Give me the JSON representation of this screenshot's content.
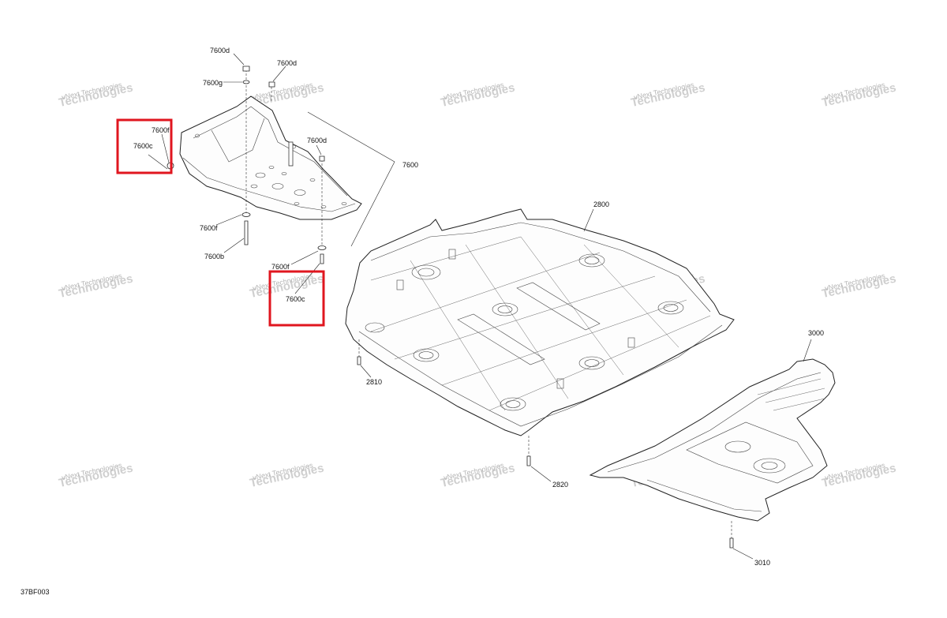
{
  "callouts": {
    "skid_plate": "7600",
    "fastener_d_top": "7600d",
    "fastener_d_mid": "7600d",
    "fastener_d_right": "7600d",
    "fastener_g": "7600g",
    "fastener_f_left": "7600f",
    "fastener_c_left": "7600c",
    "fastener_f_lower_left": "7600f",
    "fastener_b": "7600b",
    "fastener_f_lower_right": "7600f",
    "fastener_c_right": "7600c",
    "center_plate": "2800",
    "center_plate_screw": "2810",
    "center_plate_bolt": "2820",
    "rear_plate": "3000",
    "rear_plate_screw": "3010"
  },
  "watermark": {
    "line1": "vNext Technologies",
    "line2": "Technologies"
  },
  "document_code": "37BF003",
  "highlight_color": "#e0161f"
}
